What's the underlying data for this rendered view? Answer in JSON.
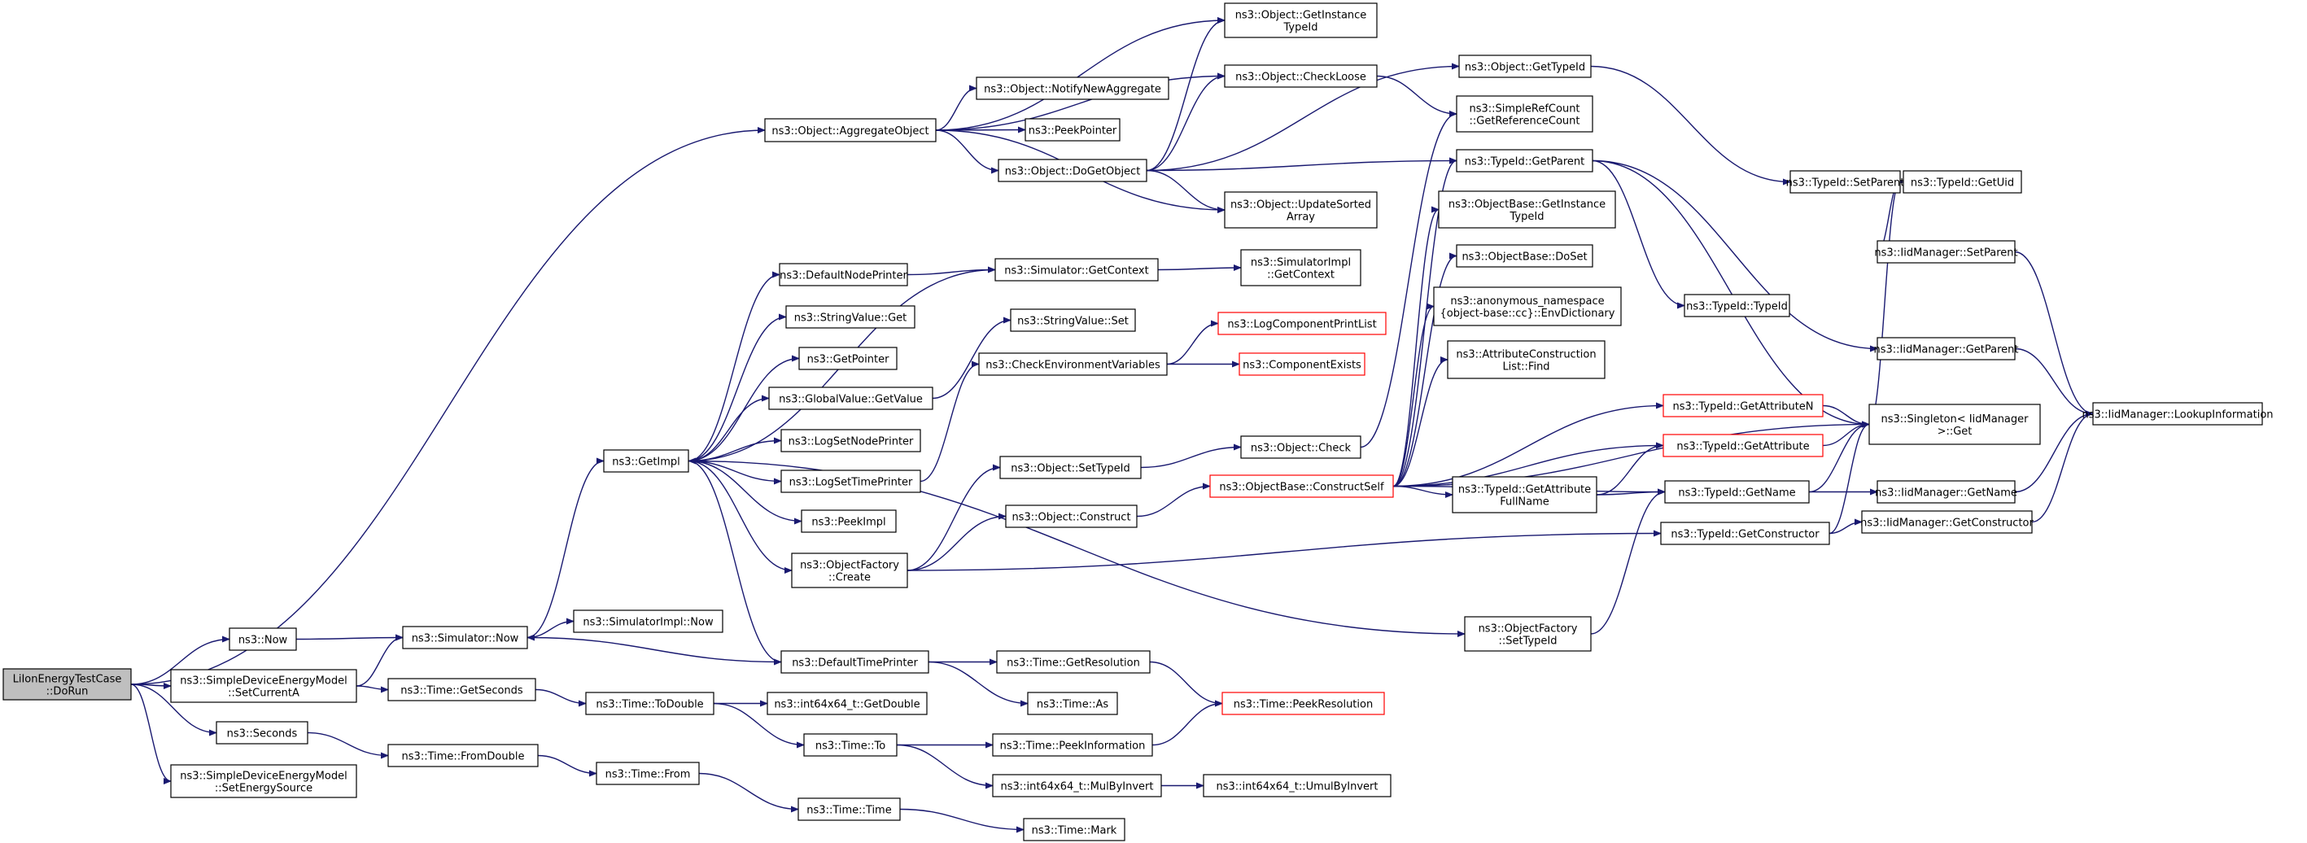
{
  "nodes": [
    {
      "id": "root",
      "label": [
        "LiIonEnergyTestCase",
        "::DoRun"
      ],
      "style": "root"
    },
    {
      "id": "aggregate",
      "label": [
        "ns3::Object::AggregateObject"
      ],
      "style": "normal"
    },
    {
      "id": "getinstance",
      "label": [
        "ns3::Object::GetInstance",
        "TypeId"
      ],
      "style": "normal"
    },
    {
      "id": "notify",
      "label": [
        "ns3::Object::NotifyNewAggregate"
      ],
      "style": "normal"
    },
    {
      "id": "checkloose",
      "label": [
        "ns3::Object::CheckLoose"
      ],
      "style": "normal"
    },
    {
      "id": "peekpointer",
      "label": [
        "ns3::PeekPointer"
      ],
      "style": "normal"
    },
    {
      "id": "dogetobject",
      "label": [
        "ns3::Object::DoGetObject"
      ],
      "style": "normal"
    },
    {
      "id": "updatesorted",
      "label": [
        "ns3::Object::UpdateSorted",
        "Array"
      ],
      "style": "normal"
    },
    {
      "id": "objgettypeid",
      "label": [
        "ns3::Object::GetTypeId"
      ],
      "style": "normal"
    },
    {
      "id": "refcount",
      "label": [
        "ns3::SimpleRefCount",
        "::GetReferenceCount"
      ],
      "style": "normal"
    },
    {
      "id": "typeidgetparent",
      "label": [
        "ns3::TypeId::GetParent"
      ],
      "style": "normal"
    },
    {
      "id": "objbaseinst",
      "label": [
        "ns3::ObjectBase::GetInstance",
        "TypeId"
      ],
      "style": "normal"
    },
    {
      "id": "doset",
      "label": [
        "ns3::ObjectBase::DoSet"
      ],
      "style": "normal"
    },
    {
      "id": "envdict",
      "label": [
        "ns3::anonymous_namespace",
        "{object-base::cc}::EnvDictionary"
      ],
      "style": "normal"
    },
    {
      "id": "attrfind",
      "label": [
        "ns3::AttributeConstruction",
        "List::Find"
      ],
      "style": "normal"
    },
    {
      "id": "typeidtypeid",
      "label": [
        "ns3::TypeId::TypeId"
      ],
      "style": "normal"
    },
    {
      "id": "setparent",
      "label": [
        "ns3::TypeId::SetParent"
      ],
      "style": "normal"
    },
    {
      "id": "getuid",
      "label": [
        "ns3::TypeId::GetUid"
      ],
      "style": "normal"
    },
    {
      "id": "iidsetparent",
      "label": [
        "ns3::IidManager::SetParent"
      ],
      "style": "normal"
    },
    {
      "id": "iidgetparent",
      "label": [
        "ns3::IidManager::GetParent"
      ],
      "style": "normal"
    },
    {
      "id": "singleton",
      "label": [
        "ns3::Singleton< IidManager",
        " >::Get"
      ],
      "style": "normal"
    },
    {
      "id": "lookup",
      "label": [
        "ns3::IidManager::LookupInformation"
      ],
      "style": "normal"
    },
    {
      "id": "iidgetname",
      "label": [
        "ns3::IidManager::GetName"
      ],
      "style": "normal"
    },
    {
      "id": "iidgetctor",
      "label": [
        "ns3::IidManager::GetConstructor"
      ],
      "style": "normal"
    },
    {
      "id": "getimpl",
      "label": [
        "ns3::GetImpl"
      ],
      "style": "normal"
    },
    {
      "id": "defnodeprinter",
      "label": [
        "ns3::DefaultNodePrinter"
      ],
      "style": "normal"
    },
    {
      "id": "stringget",
      "label": [
        "ns3::StringValue::Get"
      ],
      "style": "normal"
    },
    {
      "id": "getpointer",
      "label": [
        "ns3::GetPointer"
      ],
      "style": "normal"
    },
    {
      "id": "globalget",
      "label": [
        "ns3::GlobalValue::GetValue"
      ],
      "style": "normal"
    },
    {
      "id": "lognodeprinter",
      "label": [
        "ns3::LogSetNodePrinter"
      ],
      "style": "normal"
    },
    {
      "id": "logtimeprinter",
      "label": [
        "ns3::LogSetTimePrinter"
      ],
      "style": "normal"
    },
    {
      "id": "peekimpl",
      "label": [
        "ns3::PeekImpl"
      ],
      "style": "normal"
    },
    {
      "id": "objfactcreate",
      "label": [
        "ns3::ObjectFactory",
        "::Create"
      ],
      "style": "normal"
    },
    {
      "id": "deftimeprinter",
      "label": [
        "ns3::DefaultTimePrinter"
      ],
      "style": "normal"
    },
    {
      "id": "simgetcontext",
      "label": [
        "ns3::Simulator::GetContext"
      ],
      "style": "normal"
    },
    {
      "id": "simimplctx",
      "label": [
        "ns3::SimulatorImpl",
        "::GetContext"
      ],
      "style": "normal"
    },
    {
      "id": "stringset",
      "label": [
        "ns3::StringValue::Set"
      ],
      "style": "normal"
    },
    {
      "id": "checkenv",
      "label": [
        "ns3::CheckEnvironmentVariables"
      ],
      "style": "normal"
    },
    {
      "id": "logcomplist",
      "label": [
        "ns3::LogComponentPrintList"
      ],
      "style": "red"
    },
    {
      "id": "compexists",
      "label": [
        "ns3::ComponentExists"
      ],
      "style": "red"
    },
    {
      "id": "objsettypeid",
      "label": [
        "ns3::Object::SetTypeId"
      ],
      "style": "normal"
    },
    {
      "id": "objcheck",
      "label": [
        "ns3::Object::Check"
      ],
      "style": "normal"
    },
    {
      "id": "constructself",
      "label": [
        "ns3::ObjectBase::ConstructSelf"
      ],
      "style": "red"
    },
    {
      "id": "objconstruct",
      "label": [
        "ns3::Object::Construct"
      ],
      "style": "normal"
    },
    {
      "id": "getattrn",
      "label": [
        "ns3::TypeId::GetAttributeN"
      ],
      "style": "red"
    },
    {
      "id": "getattr",
      "label": [
        "ns3::TypeId::GetAttribute"
      ],
      "style": "red"
    },
    {
      "id": "getattrfull",
      "label": [
        "ns3::TypeId::GetAttribute",
        "FullName"
      ],
      "style": "normal"
    },
    {
      "id": "typeidgetname",
      "label": [
        "ns3::TypeId::GetName"
      ],
      "style": "normal"
    },
    {
      "id": "typeidgetctor",
      "label": [
        "ns3::TypeId::GetConstructor"
      ],
      "style": "normal"
    },
    {
      "id": "objfactsettypeid",
      "label": [
        "ns3::ObjectFactory",
        "::SetTypeId"
      ],
      "style": "normal"
    },
    {
      "id": "now",
      "label": [
        "ns3::Now"
      ],
      "style": "normal"
    },
    {
      "id": "simnow",
      "label": [
        "ns3::Simulator::Now"
      ],
      "style": "normal"
    },
    {
      "id": "simimplnow",
      "label": [
        "ns3::SimulatorImpl::Now"
      ],
      "style": "normal"
    },
    {
      "id": "setcurrent",
      "label": [
        "ns3::SimpleDeviceEnergyModel",
        "::SetCurrentA"
      ],
      "style": "normal"
    },
    {
      "id": "getseconds",
      "label": [
        "ns3::Time::GetSeconds"
      ],
      "style": "normal"
    },
    {
      "id": "todouble",
      "label": [
        "ns3::Time::ToDouble"
      ],
      "style": "normal"
    },
    {
      "id": "i64getdouble",
      "label": [
        "ns3::int64x64_t::GetDouble"
      ],
      "style": "normal"
    },
    {
      "id": "timeto",
      "label": [
        "ns3::Time::To"
      ],
      "style": "normal"
    },
    {
      "id": "seconds",
      "label": [
        "ns3::Seconds"
      ],
      "style": "normal"
    },
    {
      "id": "fromdouble",
      "label": [
        "ns3::Time::FromDouble"
      ],
      "style": "normal"
    },
    {
      "id": "timefrom",
      "label": [
        "ns3::Time::From"
      ],
      "style": "normal"
    },
    {
      "id": "timetime",
      "label": [
        "ns3::Time::Time"
      ],
      "style": "normal"
    },
    {
      "id": "timemark",
      "label": [
        "ns3::Time::Mark"
      ],
      "style": "normal"
    },
    {
      "id": "setenergysrc",
      "label": [
        "ns3::SimpleDeviceEnergyModel",
        "::SetEnergySource"
      ],
      "style": "normal"
    },
    {
      "id": "getresolution",
      "label": [
        "ns3::Time::GetResolution"
      ],
      "style": "normal"
    },
    {
      "id": "timeas",
      "label": [
        "ns3::Time::As"
      ],
      "style": "normal"
    },
    {
      "id": "peekresolution",
      "label": [
        "ns3::Time::PeekResolution"
      ],
      "style": "red"
    },
    {
      "id": "peekinfo",
      "label": [
        "ns3::Time::PeekInformation"
      ],
      "style": "normal"
    },
    {
      "id": "mulbyinvert",
      "label": [
        "ns3::int64x64_t::MulByInvert"
      ],
      "style": "normal"
    },
    {
      "id": "umulbyinvert",
      "label": [
        "ns3::int64x64_t::UmulByInvert"
      ],
      "style": "normal"
    }
  ],
  "edges": [
    [
      "root",
      "aggregate"
    ],
    [
      "root",
      "now"
    ],
    [
      "root",
      "setcurrent"
    ],
    [
      "root",
      "seconds"
    ],
    [
      "root",
      "setenergysrc"
    ],
    [
      "aggregate",
      "getinstance"
    ],
    [
      "aggregate",
      "checkloose"
    ],
    [
      "aggregate",
      "notify"
    ],
    [
      "aggregate",
      "peekpointer"
    ],
    [
      "aggregate",
      "dogetobject"
    ],
    [
      "aggregate",
      "updatesorted"
    ],
    [
      "dogetobject",
      "getinstance"
    ],
    [
      "dogetobject",
      "checkloose"
    ],
    [
      "dogetobject",
      "objgettypeid"
    ],
    [
      "dogetobject",
      "typeidgetparent"
    ],
    [
      "dogetobject",
      "updatesorted"
    ],
    [
      "checkloose",
      "refcount"
    ],
    [
      "objgettypeid",
      "setparent"
    ],
    [
      "setparent",
      "getuid"
    ],
    [
      "setparent",
      "iidsetparent"
    ],
    [
      "setparent",
      "singleton"
    ],
    [
      "iidsetparent",
      "lookup"
    ],
    [
      "iidgetparent",
      "lookup"
    ],
    [
      "iidgetname",
      "lookup"
    ],
    [
      "iidgetctor",
      "lookup"
    ],
    [
      "typeidgetparent",
      "iidgetparent"
    ],
    [
      "typeidgetparent",
      "singleton"
    ],
    [
      "typeidgetparent",
      "typeidtypeid"
    ],
    [
      "now",
      "simnow"
    ],
    [
      "setcurrent",
      "simnow"
    ],
    [
      "setcurrent",
      "getseconds"
    ],
    [
      "simnow",
      "getimpl"
    ],
    [
      "simnow",
      "simimplnow"
    ],
    [
      "getimpl",
      "defnodeprinter"
    ],
    [
      "getimpl",
      "stringget"
    ],
    [
      "getimpl",
      "getpointer"
    ],
    [
      "getimpl",
      "globalget"
    ],
    [
      "getimpl",
      "lognodeprinter"
    ],
    [
      "getimpl",
      "logtimeprinter"
    ],
    [
      "getimpl",
      "peekimpl"
    ],
    [
      "getimpl",
      "objfactcreate"
    ],
    [
      "getimpl",
      "deftimeprinter"
    ],
    [
      "getimpl",
      "objfactsettypeid"
    ],
    [
      "defnodeprinter",
      "simgetcontext"
    ],
    [
      "simgetcontext",
      "getimpl"
    ],
    [
      "simgetcontext",
      "simimplctx"
    ],
    [
      "globalget",
      "stringset"
    ],
    [
      "logtimeprinter",
      "checkenv"
    ],
    [
      "checkenv",
      "logcomplist"
    ],
    [
      "checkenv",
      "compexists"
    ],
    [
      "objfactcreate",
      "objsettypeid"
    ],
    [
      "objfactcreate",
      "objconstruct"
    ],
    [
      "objfactcreate",
      "typeidgetctor"
    ],
    [
      "objsettypeid",
      "objcheck"
    ],
    [
      "objcheck",
      "refcount"
    ],
    [
      "objconstruct",
      "constructself"
    ],
    [
      "constructself",
      "typeidgetparent"
    ],
    [
      "constructself",
      "objbaseinst"
    ],
    [
      "constructself",
      "doset"
    ],
    [
      "constructself",
      "envdict"
    ],
    [
      "constructself",
      "attrfind"
    ],
    [
      "constructself",
      "getattrn"
    ],
    [
      "constructself",
      "getattr"
    ],
    [
      "constructself",
      "getattrfull"
    ],
    [
      "constructself",
      "typeidgetname"
    ],
    [
      "constructself",
      "singleton"
    ],
    [
      "getattrn",
      "singleton"
    ],
    [
      "getattr",
      "singleton"
    ],
    [
      "getattrfull",
      "getattr"
    ],
    [
      "getattrfull",
      "typeidgetname"
    ],
    [
      "typeidgetname",
      "singleton"
    ],
    [
      "typeidgetname",
      "iidgetname"
    ],
    [
      "typeidgetctor",
      "singleton"
    ],
    [
      "typeidgetctor",
      "iidgetctor"
    ],
    [
      "objfactsettypeid",
      "typeidgetname"
    ],
    [
      "deftimeprinter",
      "simnow"
    ],
    [
      "deftimeprinter",
      "getresolution"
    ],
    [
      "deftimeprinter",
      "timeas"
    ],
    [
      "getresolution",
      "peekresolution"
    ],
    [
      "getseconds",
      "todouble"
    ],
    [
      "todouble",
      "i64getdouble"
    ],
    [
      "todouble",
      "timeto"
    ],
    [
      "timeto",
      "peekinfo"
    ],
    [
      "timeto",
      "mulbyinvert"
    ],
    [
      "peekinfo",
      "peekresolution"
    ],
    [
      "mulbyinvert",
      "umulbyinvert"
    ],
    [
      "seconds",
      "fromdouble"
    ],
    [
      "fromdouble",
      "timefrom"
    ],
    [
      "timefrom",
      "timetime"
    ],
    [
      "timetime",
      "timemark"
    ]
  ],
  "colors": {
    "edge": "#191970",
    "node_border": "#000000",
    "node_border_red": "#ff0000",
    "node_fill": "#ffffff",
    "root_fill": "#bfbfbf",
    "text": "#000000"
  }
}
